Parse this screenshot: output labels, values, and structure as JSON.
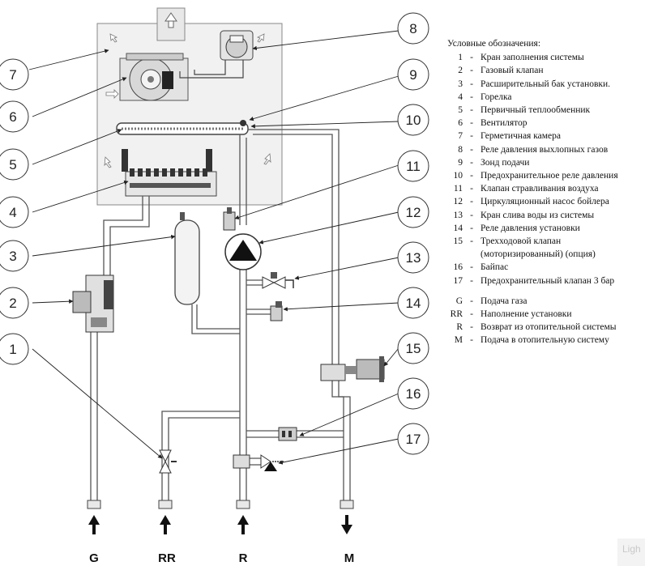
{
  "legend": {
    "title": "Условные обозначения:",
    "items": [
      {
        "num": "1",
        "text": "Кран заполнения системы"
      },
      {
        "num": "2",
        "text": "Газовый клапан"
      },
      {
        "num": "3",
        "text": "Расширительный бак установки."
      },
      {
        "num": "4",
        "text": "Горелка"
      },
      {
        "num": "5",
        "text": "Первичный теплообменник"
      },
      {
        "num": "6",
        "text": "Вентилятор"
      },
      {
        "num": "7",
        "text": "Герметичная камера"
      },
      {
        "num": "8",
        "text": "Реле давления выхлопных газов"
      },
      {
        "num": "9",
        "text": "Зонд подачи"
      },
      {
        "num": "10",
        "text": "Предохранительное реле давления"
      },
      {
        "num": "11",
        "text": "Клапан стравливания воздуха"
      },
      {
        "num": "12",
        "text": "Циркуляционный насос бойлера"
      },
      {
        "num": "13",
        "text": "Кран слива воды из системы"
      },
      {
        "num": "14",
        "text": "Реле давления установки"
      },
      {
        "num": "15",
        "text": "Трехходовой клапан"
      },
      {
        "num": "",
        "text": "(моторизированный) (опция)"
      },
      {
        "num": "16",
        "text": "Байпас"
      },
      {
        "num": "17",
        "text": "Предохранительный клапан 3 бар"
      }
    ],
    "connections": [
      {
        "num": "G",
        "text": "Подача газа"
      },
      {
        "num": "RR",
        "text": "Наполнение установки"
      },
      {
        "num": "R",
        "text": "Возврат из отопительной системы"
      },
      {
        "num": "M",
        "text": "Подача в отопительную систему"
      }
    ]
  },
  "callouts": [
    "1",
    "2",
    "3",
    "4",
    "5",
    "6",
    "7",
    "8",
    "9",
    "10",
    "11",
    "12",
    "13",
    "14",
    "15",
    "16",
    "17"
  ],
  "bottom_labels": [
    "G",
    "RR",
    "R",
    "M"
  ],
  "watermark": "Ligh"
}
